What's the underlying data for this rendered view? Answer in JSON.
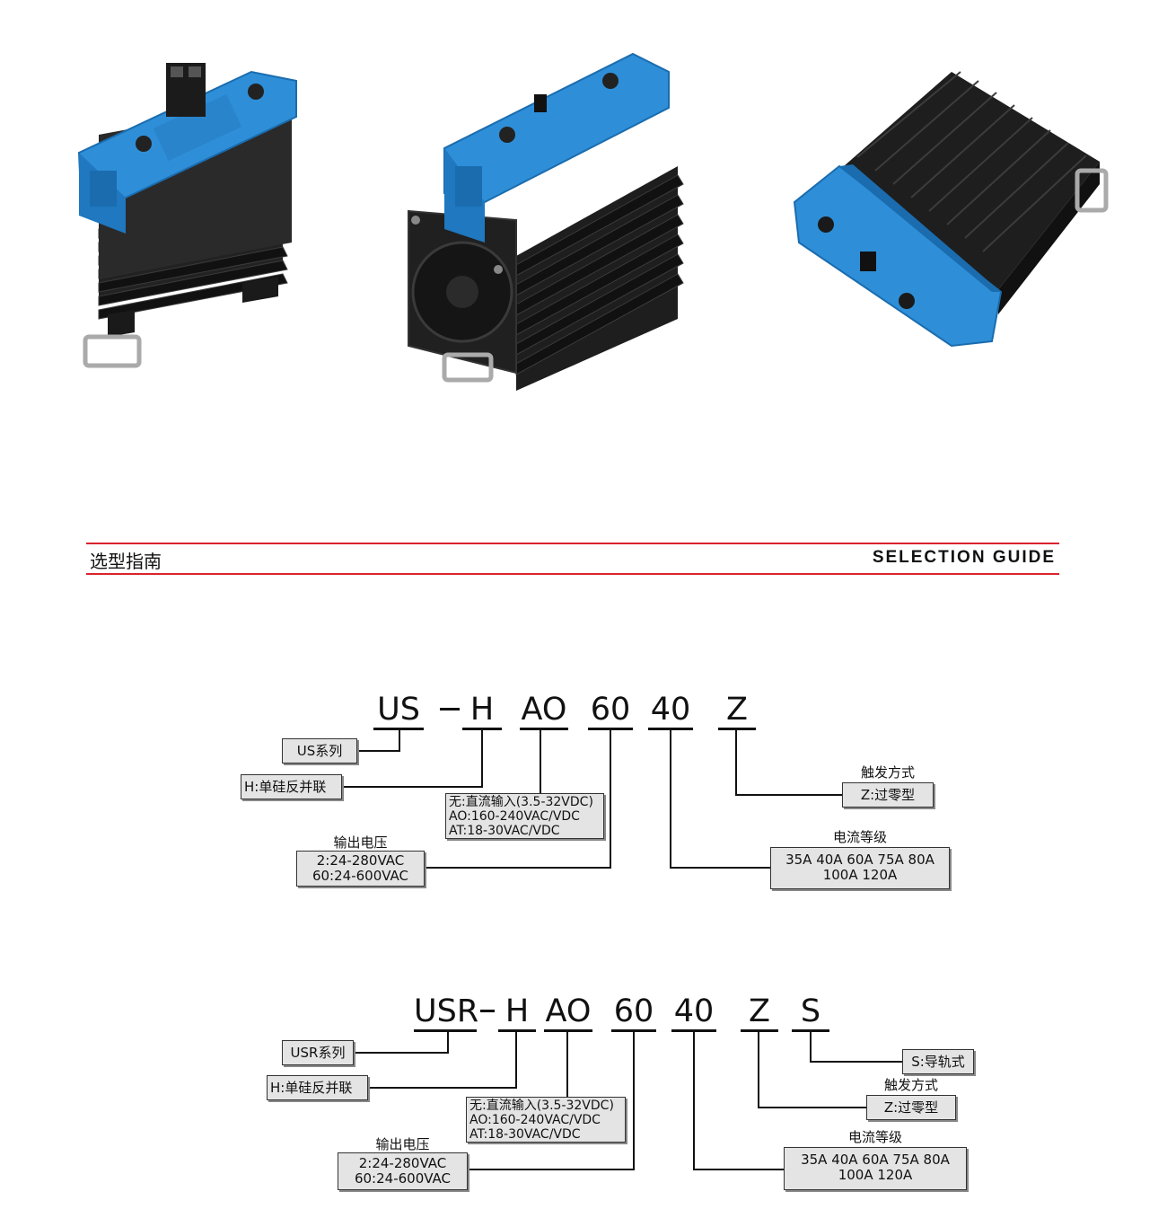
{
  "header": {
    "title_cn": "选型指南",
    "title_en": "SELECTION GUIDE",
    "rule_color": "#d9232d"
  },
  "products": [
    {
      "name": "relay-with-terminal-plug"
    },
    {
      "name": "relay-with-cooling-fan"
    },
    {
      "name": "relay-rail-mount"
    }
  ],
  "colors": {
    "housing_blue": "#2e8fd8",
    "heatsink": "#1b1b1b"
  },
  "guide1": {
    "code": [
      "US",
      "H",
      "AO",
      "60",
      "40",
      "Z"
    ],
    "series": "US系列",
    "phase": "H:单硅反并联",
    "input": [
      "无:直流输入(3.5-32VDC)",
      "AO:160-240VAC/VDC",
      "AT:18-30VAC/VDC"
    ],
    "voltage_label": "输出电压",
    "voltage": [
      "2:24-280VAC",
      "60:24-600VAC"
    ],
    "trigger_label": "触发方式",
    "trigger": "Z:过零型",
    "current_label": "电流等级",
    "current": [
      "35A 40A 60A 75A 80A",
      "100A 120A"
    ]
  },
  "guide2": {
    "code": [
      "USR",
      "H",
      "AO",
      "60",
      "40",
      "Z",
      "S"
    ],
    "series": "USR系列",
    "phase": "H:单硅反并联",
    "input": [
      "无:直流输入(3.5-32VDC)",
      "AO:160-240VAC/VDC",
      "AT:18-30VAC/VDC"
    ],
    "voltage_label": "输出电压",
    "voltage": [
      "2:24-280VAC",
      "60:24-600VAC"
    ],
    "mount": "S:导轨式",
    "trigger_label": "触发方式",
    "trigger": "Z:过零型",
    "current_label": "电流等级",
    "current": [
      "35A 40A 60A 75A 80A",
      "100A 120A"
    ]
  }
}
